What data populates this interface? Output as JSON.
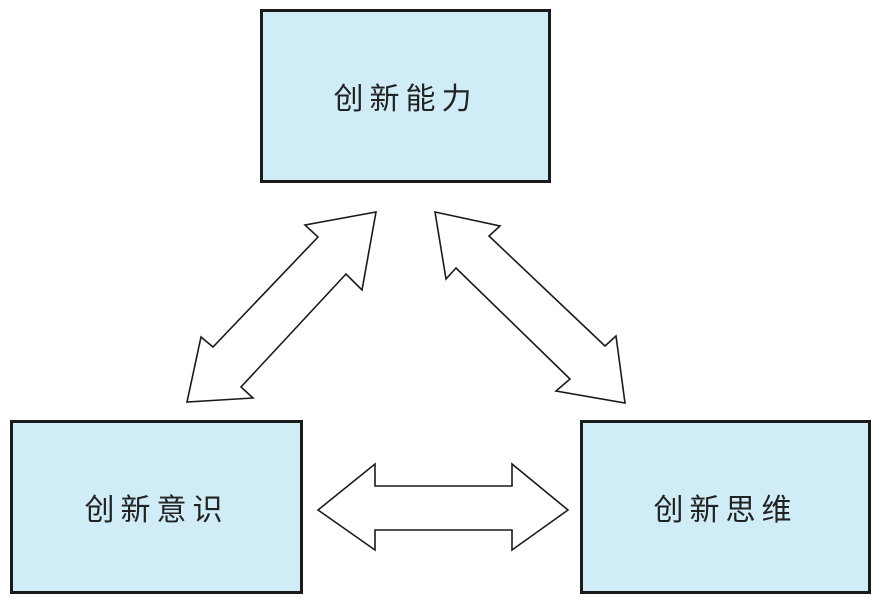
{
  "colors": {
    "box_fill": "#cfecf7",
    "box_border": "#1a1a1a",
    "arrow_fill": "#ffffff",
    "arrow_stroke": "#1a1a1a",
    "text": "#222222"
  },
  "nodes": {
    "top": {
      "label": "创新能力"
    },
    "left": {
      "label": "创新意识"
    },
    "right": {
      "label": "创新思维"
    }
  },
  "edges": [
    {
      "from": "left",
      "to": "top",
      "style": "double-headed-hollow-arrow"
    },
    {
      "from": "right",
      "to": "top",
      "style": "double-headed-hollow-arrow"
    },
    {
      "from": "left",
      "to": "right",
      "style": "double-headed-hollow-arrow"
    }
  ]
}
